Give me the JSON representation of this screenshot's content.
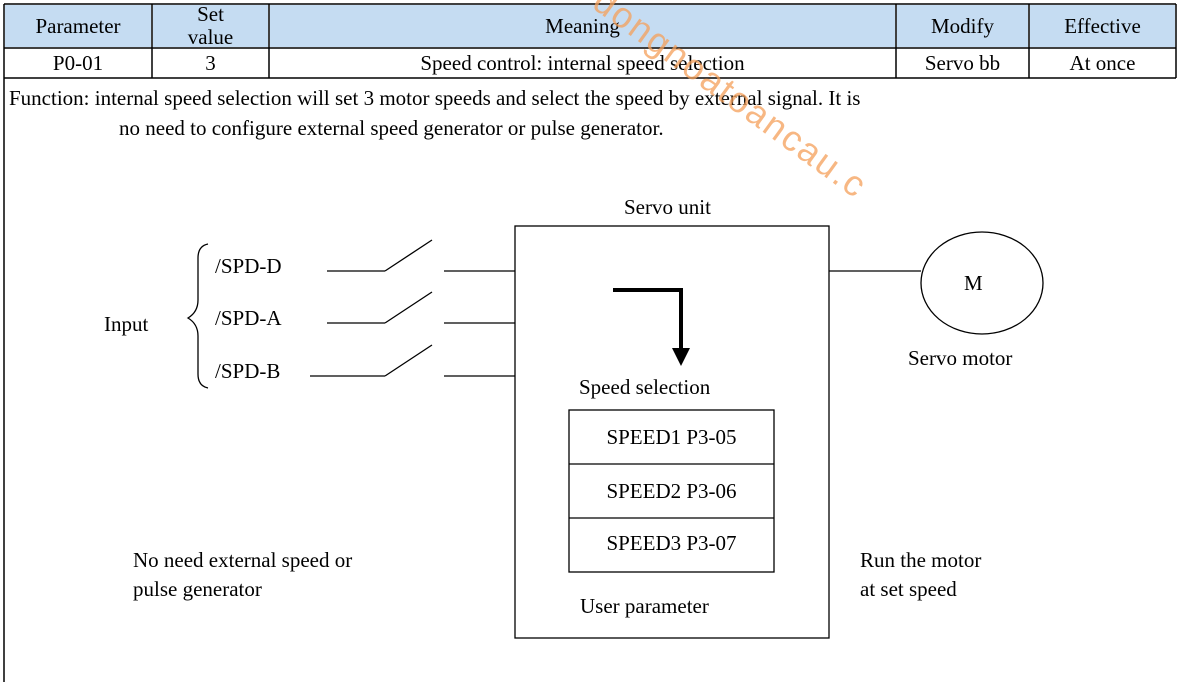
{
  "table": {
    "headers": {
      "parameter": "Parameter",
      "set_value_line1": "Set",
      "set_value_line2": "value",
      "meaning": "Meaning",
      "modify": "Modify",
      "effective": "Effective"
    },
    "row": {
      "parameter": "P0-01",
      "set_value": "3",
      "meaning": "Speed control: internal speed selection",
      "modify": "Servo bb",
      "effective": "At once"
    }
  },
  "function_text": {
    "line1": "Function: internal speed selection will set 3 motor speeds and select the speed by external signal. It is",
    "line2": "no need to configure external speed generator or pulse generator."
  },
  "diagram": {
    "servo_unit_label": "Servo unit",
    "input_label": "Input",
    "signals": [
      "/SPD-D",
      "/SPD-A",
      "/SPD-B"
    ],
    "speed_selection_label": "Speed selection",
    "speeds": [
      "SPEED1 P3-05",
      "SPEED2 P3-06",
      "SPEED3 P3-07"
    ],
    "user_parameter_label": "User parameter",
    "motor_symbol": "M",
    "servo_motor_label": "Servo motor",
    "left_note": {
      "line1": "No need external speed or",
      "line2": "pulse generator"
    },
    "right_note": {
      "line1": "Run the motor",
      "line2": "at set speed"
    }
  },
  "watermark": "dongnoatoancau.c",
  "colors": {
    "header_fill": "#c5dcf2",
    "watermark": "#f5a05a"
  }
}
